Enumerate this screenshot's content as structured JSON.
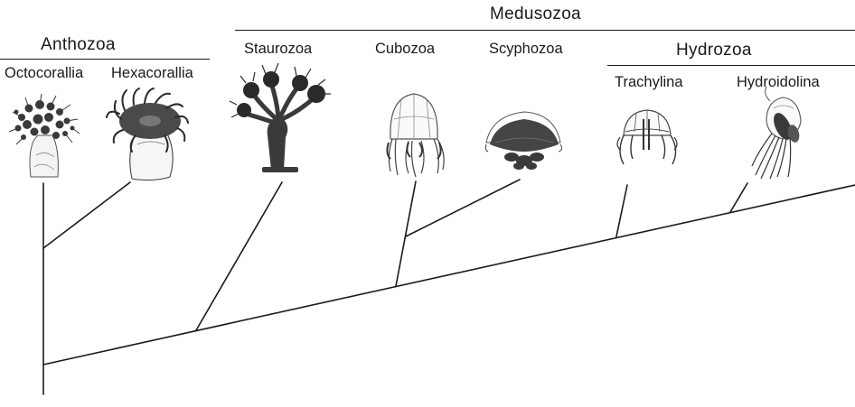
{
  "clades": {
    "medusozoa": "Medusozoa",
    "anthozoa": "Anthozoa",
    "hydrozoa": "Hydrozoa"
  },
  "taxa": {
    "octocorallia": "Octocorallia",
    "hexacorallia": "Hexacorallia",
    "staurozoa": "Staurozoa",
    "cubozoa": "Cubozoa",
    "scyphozoa": "Scyphozoa",
    "trachylina": "Trachylina",
    "hydroidolina": "Hydroidolina"
  },
  "illustrations": [
    "octocoral-polyp",
    "sea-anemone",
    "stalked-jellyfish",
    "box-jellyfish",
    "scyphozoan-jellyfish",
    "trachyline-medusa",
    "hydroid-medusa"
  ],
  "colors": {
    "ink": "#1a1a1a",
    "illustration": "#3a3a3a"
  }
}
